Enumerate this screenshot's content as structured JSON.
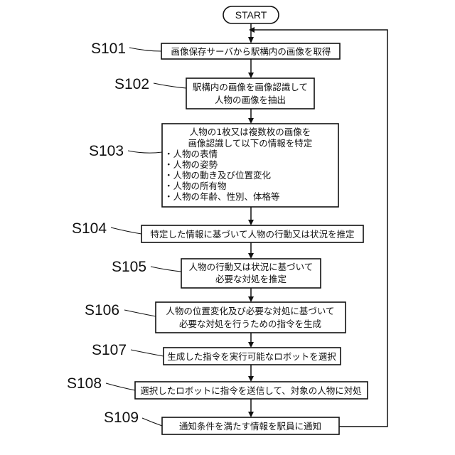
{
  "start": "START",
  "steps": [
    {
      "id": "S101",
      "lines": [
        "画像保存サーバから駅構内の画像を取得"
      ]
    },
    {
      "id": "S102",
      "lines": [
        "駅構内の画像を画像認識して",
        "人物の画像を抽出"
      ]
    },
    {
      "id": "S103",
      "lines": [
        "人物の1枚又は複数枚の画像を",
        "画像認識して以下の情報を特定"
      ],
      "bullets": [
        "・人物の表情",
        "・人物の姿勢",
        "・人物の動き及び位置変化",
        "・人物の所有物",
        "・人物の年齢、性別、体格等"
      ]
    },
    {
      "id": "S104",
      "lines": [
        "特定した情報に基づいて人物の行動又は状況を推定"
      ]
    },
    {
      "id": "S105",
      "lines": [
        "人物の行動又は状況に基づいて",
        "必要な対処を推定"
      ]
    },
    {
      "id": "S106",
      "lines": [
        "人物の位置変化及び必要な対処に基づいて",
        "必要な対処を行うための指令を生成"
      ]
    },
    {
      "id": "S107",
      "lines": [
        "生成した指令を実行可能なロボットを選択"
      ]
    },
    {
      "id": "S108",
      "lines": [
        "選択したロボットに指令を送信して、対象の人物に対処"
      ]
    },
    {
      "id": "S109",
      "lines": [
        "通知条件を満たす情報を駅員に通知"
      ]
    }
  ]
}
